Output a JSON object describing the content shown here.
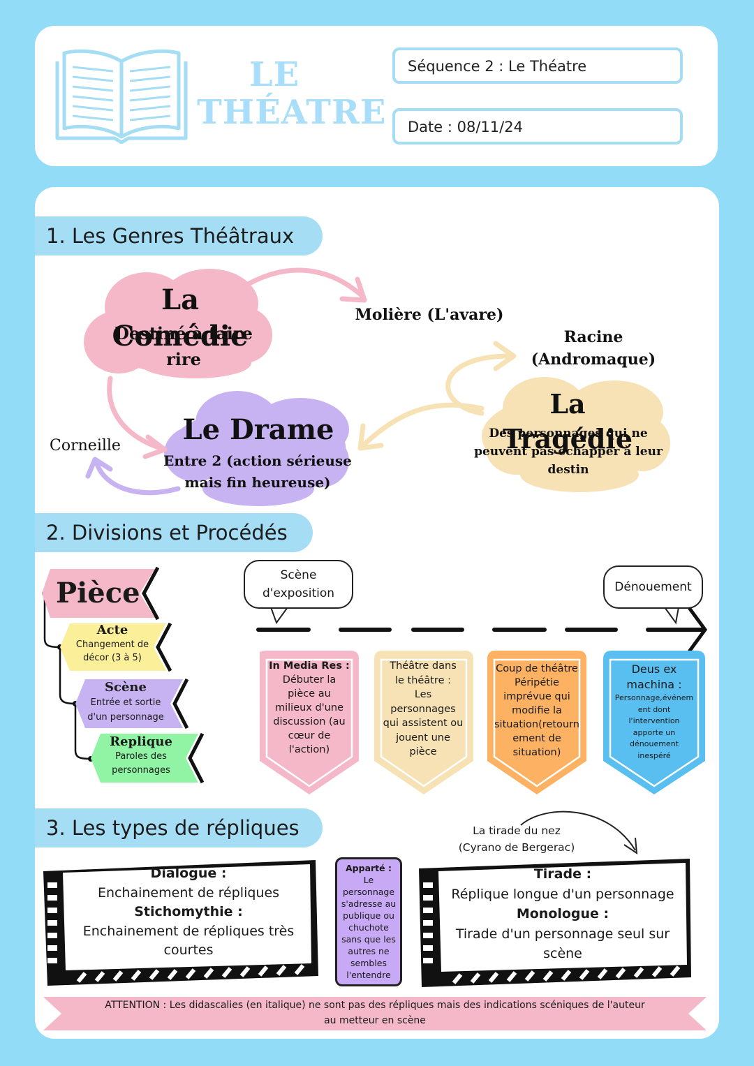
{
  "header": {
    "title_line1": "LE",
    "title_line2": "THÉATRE",
    "sequence": "Séquence 2 : Le Théatre",
    "date": "Date : 08/11/24"
  },
  "section1": {
    "title": "1. Les Genres Théâtraux",
    "comedie": {
      "title": "La Comédie",
      "line1": "Destiné à faire",
      "line2": "rire",
      "author": "Molière (L'avare)"
    },
    "tragedie": {
      "title": "La Tragédie",
      "line1": "Des personnages qui ne",
      "line2": "peuvent pas échapper à leur",
      "line3": "destin",
      "author_line1": "Racine",
      "author_line2": "(Andromaque)"
    },
    "drame": {
      "title": "Le Drame",
      "line1": "Entre 2 (action sérieuse",
      "line2": "mais fin heureuse)",
      "author": "Corneille"
    }
  },
  "section2": {
    "title": "2. Divisions et Procédés",
    "piece": "Pièce",
    "acte": {
      "title": "Acte",
      "line1": "Changement de",
      "line2": "décor (3 à 5)"
    },
    "scene": {
      "title": "Scène",
      "line1": "Entrée et sortie",
      "line2": "d'un personnage"
    },
    "replique": {
      "title": "Replique",
      "line1": "Paroles des",
      "line2": "personnages"
    },
    "bubble_start_line1": "Scène",
    "bubble_start_line2": "d'exposition",
    "bubble_end": "Dénouement",
    "pills": [
      {
        "title": "In Media Res :",
        "body": [
          "Débuter la",
          "pièce au",
          "milieux d'une",
          "discussion (au",
          "cœur de",
          "l'action)"
        ],
        "color": "#f4b8c8"
      },
      {
        "title": "Théâtre dans",
        "title2": "le théâtre :",
        "body": [
          "Les",
          "personnages",
          "qui assistent ou",
          "jouent une",
          "pièce"
        ],
        "color": "#f6e2b4"
      },
      {
        "title": "Coup de théâtre",
        "body": [
          "Péripétie",
          "imprévue qui",
          "modifie la",
          "situation(retourn",
          "ement de",
          "situation)"
        ],
        "color": "#fcb262"
      },
      {
        "title": "Deus ex",
        "title2": "machina :",
        "body": [
          "Personnage,événem",
          "ent dont",
          "l'intervention",
          "apporte un",
          "dénouement",
          "inespéré"
        ],
        "color": "#59bff0"
      }
    ]
  },
  "section3": {
    "title": "3. Les types de répliques",
    "left": {
      "t1": "Dialogue :",
      "d1": "Enchainement de répliques",
      "t2": "Stichomythie :",
      "d2a": "Enchainement de répliques très",
      "d2b": "courtes"
    },
    "aparte": {
      "title": "Apparté :",
      "body": [
        "Le",
        "personnage",
        "s'adresse au",
        "publique ou",
        "chuchote",
        "sans que les",
        "autres ne",
        "sembles",
        "l'entendre"
      ]
    },
    "right": {
      "t1": "Tirade :",
      "d1": "Réplique longue d'un personnage",
      "t2": "Monologue :",
      "d2a": "Tirade d'un personnage seul sur",
      "d2b": "scène"
    },
    "tirade_note_line1": "La tirade du nez",
    "tirade_note_line2": "(Cyrano de Bergerac)",
    "attention_line1": "ATTENTION : Les didascalies (en italique) ne sont pas des répliques mais des indications scéniques de l'auteur",
    "attention_line2": "au metteur en scène"
  },
  "colors": {
    "sky": "#93dcf8",
    "bar": "#a5ddf5",
    "pink": "#f4b8c8",
    "lilac": "#c8b3f2",
    "cream": "#f6e2b4",
    "orange": "#fcb262",
    "blue": "#59bff0",
    "green": "#90f4a4",
    "yellow": "#fbef9a"
  },
  "icons": [
    "open-book-icon",
    "arrow-icon"
  ]
}
